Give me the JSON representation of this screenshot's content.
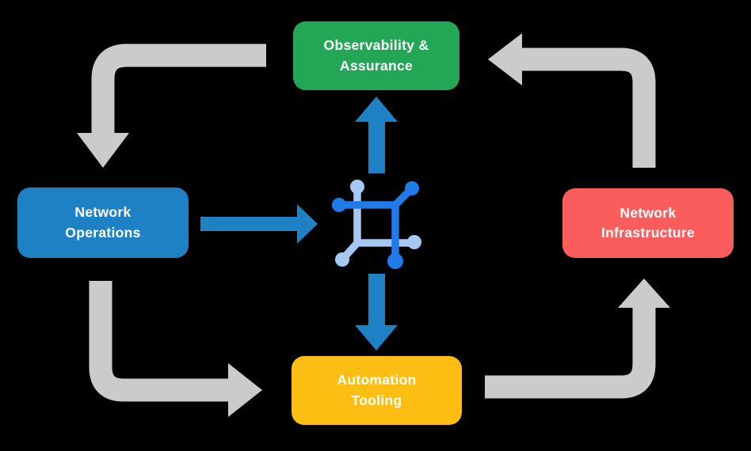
{
  "colors": {
    "background": "#000000",
    "cycle_arrow": "#CBCBCB",
    "flow_arrow": "#1E81C4",
    "icon_dark_blue": "#1E7BE8",
    "icon_light_blue": "#A6C9F4",
    "text": "#FFFFFF"
  },
  "diagram": {
    "nodes": {
      "observability": {
        "label": "Observability &\nAssurance",
        "color": "#23A757"
      },
      "operations": {
        "label": "Network\nOperations",
        "color": "#1E81C4"
      },
      "infrastructure": {
        "label": "Network\nInfrastructure",
        "color": "#FB5D5D"
      },
      "automation": {
        "label": "Automation\nTooling",
        "color": "#FDBE14"
      }
    },
    "center_icon": "network-mesh-icon",
    "edges": [
      {
        "from": "observability",
        "to": "operations",
        "style": "gray-cycle"
      },
      {
        "from": "operations",
        "to": "automation",
        "style": "gray-cycle"
      },
      {
        "from": "automation",
        "to": "infrastructure",
        "style": "gray-cycle"
      },
      {
        "from": "infrastructure",
        "to": "observability",
        "style": "gray-cycle"
      },
      {
        "from": "operations",
        "to": "center-icon",
        "style": "blue-flow"
      },
      {
        "from": "center-icon",
        "to": "observability",
        "style": "blue-flow"
      },
      {
        "from": "center-icon",
        "to": "automation",
        "style": "blue-flow"
      }
    ]
  }
}
